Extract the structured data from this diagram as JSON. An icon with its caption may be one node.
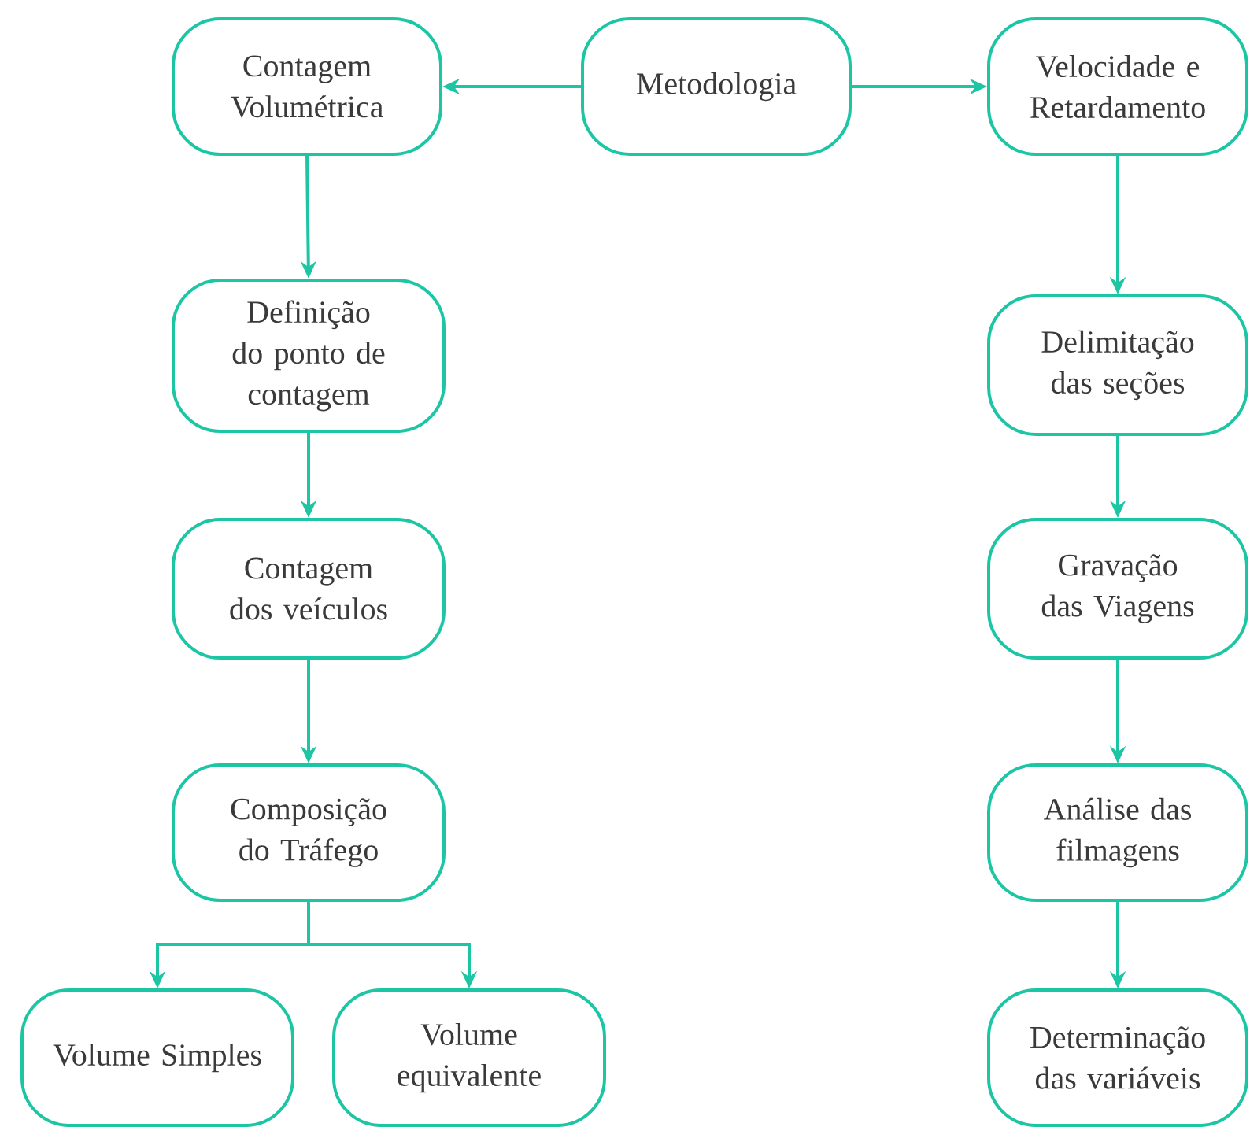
{
  "diagram": {
    "nodes": [
      {
        "text": [
          "Metodologia"
        ]
      },
      {
        "text": [
          "Contagem Volumétrica"
        ]
      },
      {
        "text": [
          "Velocidade e Retardamento"
        ]
      },
      {
        "text": [
          "Definição do ponto de contagem"
        ]
      },
      {
        "text": [
          "Contagem dos veículos"
        ]
      },
      {
        "text": [
          "Composição do Tráfego"
        ]
      },
      {
        "text": [
          "Volume Simples"
        ]
      },
      {
        "text": [
          "Volume equivalente"
        ]
      },
      {
        "text": [
          "Delimitação das seções"
        ]
      },
      {
        "text": [
          "Gravação das Viagens"
        ]
      },
      {
        "text": [
          "Análise das filmagens"
        ]
      },
      {
        "text": [
          "Determinação das variáveis"
        ]
      }
    ],
    "edges": [
      {
        "from": 0,
        "to": 1,
        "arrow": "to"
      },
      {
        "from": 0,
        "to": 2,
        "arrow": "to"
      },
      {
        "from": 1,
        "to": 3,
        "arrow": "to"
      },
      {
        "from": 3,
        "to": 4,
        "arrow": "to"
      },
      {
        "from": 4,
        "to": 5,
        "arrow": "to"
      },
      {
        "from": 5,
        "to": 6,
        "arrow": "to"
      },
      {
        "from": 5,
        "to": 7,
        "arrow": "to"
      },
      {
        "from": 2,
        "to": 8,
        "arrow": "to"
      },
      {
        "from": 8,
        "to": 9,
        "arrow": "to"
      },
      {
        "from": 9,
        "to": 10,
        "arrow": "to"
      },
      {
        "from": 10,
        "to": 11,
        "arrow": "to"
      }
    ]
  }
}
